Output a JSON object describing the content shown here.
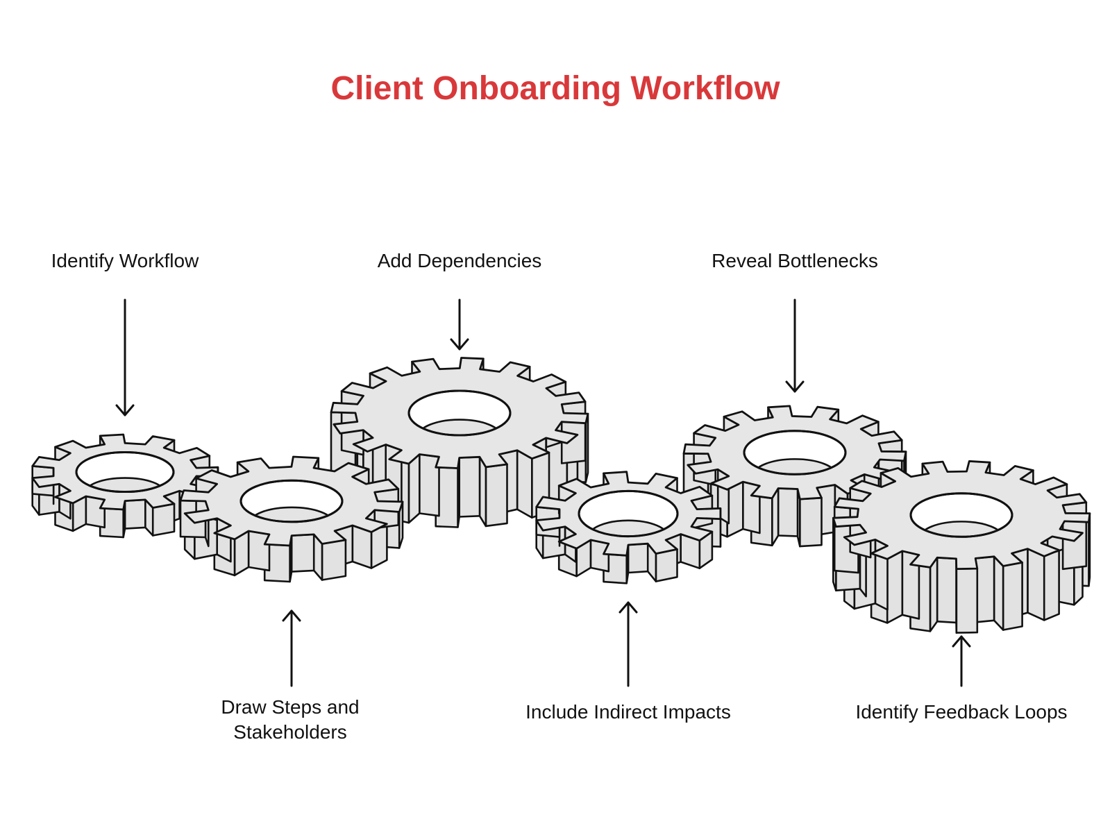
{
  "title": "Client Onboarding Workflow",
  "colors": {
    "title": "#d9383a",
    "gear_fill": "#e6e6e6",
    "outline": "#111111",
    "background": "#ffffff"
  },
  "steps": [
    {
      "id": "identify-workflow",
      "lines": [
        "Identify Workflow"
      ],
      "label_position": "above",
      "gear_teeth": 11
    },
    {
      "id": "draw-steps-and-stakeholders",
      "lines": [
        "Draw Steps and",
        "Stakeholders"
      ],
      "label_position": "below",
      "gear_teeth": 12
    },
    {
      "id": "add-dependencies",
      "lines": [
        "Add Dependencies"
      ],
      "label_position": "above",
      "gear_teeth": 16
    },
    {
      "id": "include-indirect-impacts",
      "lines": [
        "Include Indirect Impacts"
      ],
      "label_position": "below",
      "gear_teeth": 11
    },
    {
      "id": "reveal-bottlenecks",
      "lines": [
        "Reveal Bottlenecks"
      ],
      "label_position": "above",
      "gear_teeth": 14
    },
    {
      "id": "identify-feedback-loops",
      "lines": [
        "Identify Feedback Loops"
      ],
      "label_position": "below",
      "gear_teeth": 17
    }
  ]
}
